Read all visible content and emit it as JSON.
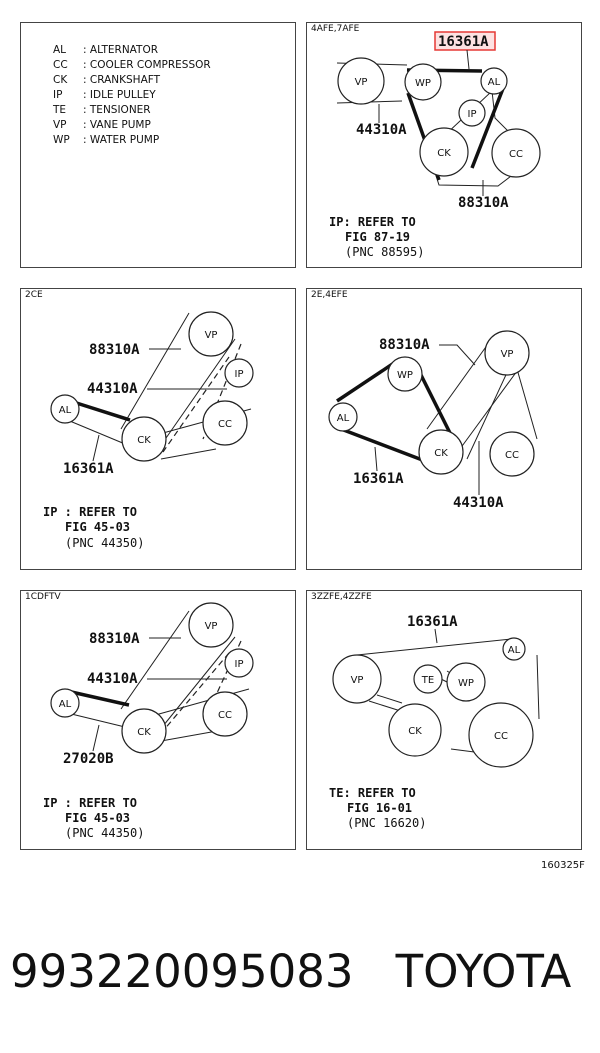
{
  "legend": [
    {
      "code": "AL",
      "name": "ALTERNATOR"
    },
    {
      "code": "CC",
      "name": "COOLER COMPRESSOR"
    },
    {
      "code": "CK",
      "name": "CRANKSHAFT"
    },
    {
      "code": "IP",
      "name": "IDLE PULLEY"
    },
    {
      "code": "TE",
      "name": "TENSIONER"
    },
    {
      "code": "VP",
      "name": "VANE PUMP"
    },
    {
      "code": "WP",
      "name": "WATER PUMP"
    }
  ],
  "panels": {
    "p4afe": {
      "title": "4AFE,7AFE",
      "parts": [
        "16361A",
        "44310A",
        "88310A"
      ],
      "note": [
        "IP: REFER TO",
        "FIG 87-19",
        "(PNC 88595)"
      ],
      "highlight_color": "#e53935"
    },
    "p2ce": {
      "title": "2CE",
      "parts": [
        "88310A",
        "44310A",
        "16361A"
      ],
      "note": [
        "IP : REFER TO",
        "FIG 45-03",
        "(PNC 44350)"
      ]
    },
    "p2e": {
      "title": "2E,4EFE",
      "parts": [
        "88310A",
        "16361A",
        "44310A"
      ]
    },
    "p1cdftv": {
      "title": "1CDFTV",
      "parts": [
        "88310A",
        "44310A",
        "27020B"
      ],
      "note": [
        "IP : REFER TO",
        "FIG 45-03",
        "(PNC 44350)"
      ]
    },
    "p3zzfe": {
      "title": "3ZZFE,4ZZFE",
      "parts": [
        "16361A"
      ],
      "note": [
        "TE: REFER TO",
        "FIG 16-01",
        "(PNC 16620)"
      ]
    }
  },
  "pulley_labels": {
    "vp": "VP",
    "wp": "WP",
    "al": "AL",
    "ip": "IP",
    "ck": "CK",
    "cc": "CC",
    "te": "TE"
  },
  "figure_code": "160325F",
  "part_number": "993220095083",
  "brand": "TOYOTA"
}
